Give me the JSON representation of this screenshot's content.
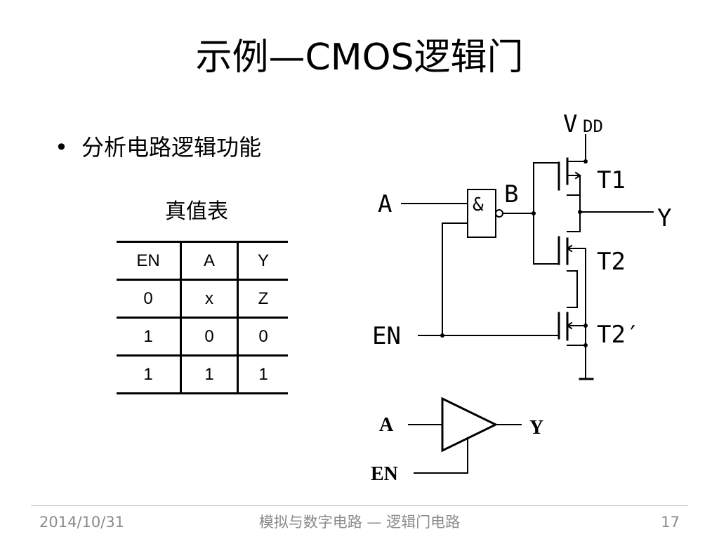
{
  "slide": {
    "title": "示例—CMOS逻辑门",
    "bullet": "分析电路逻辑功能",
    "table_caption": "真值表"
  },
  "truth_table": {
    "headers": [
      "EN",
      "A",
      "Y"
    ],
    "rows": [
      [
        "0",
        "x",
        "Z"
      ],
      [
        "1",
        "0",
        "0"
      ],
      [
        "1",
        "1",
        "1"
      ]
    ]
  },
  "circuit": {
    "labels": {
      "vdd_v": "V",
      "vdd_sub": "DD",
      "t1": "T1",
      "t2": "T2",
      "t2p": "T2′",
      "a": "A",
      "b": "B",
      "y": "Y",
      "en": "EN",
      "nand": "&"
    },
    "symbol": {
      "a": "A",
      "y": "Y",
      "en": "EN"
    }
  },
  "footer": {
    "date": "2014/10/31",
    "center": "模拟与数字电路 — 逻辑门电路",
    "page": "17"
  }
}
